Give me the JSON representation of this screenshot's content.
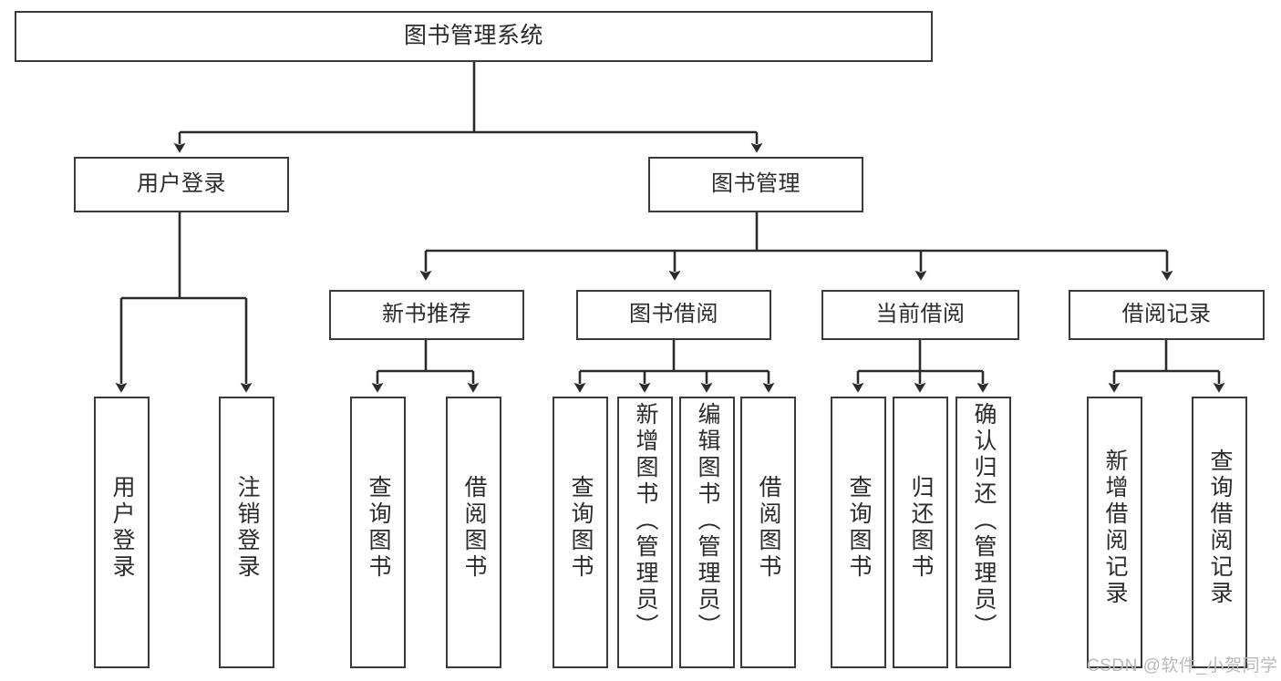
{
  "diagram": {
    "type": "tree",
    "title": "图书管理系统",
    "colors": {
      "box_border": "#3a3a3a",
      "box_fill": "#ffffff",
      "connector": "#2b2b2b",
      "text": "#2b2b2b",
      "watermark": "#b9b9b9"
    },
    "levels": {
      "root": {
        "label": "图书管理系统"
      },
      "level2": [
        {
          "label": "用户登录"
        },
        {
          "label": "图书管理"
        }
      ],
      "level3": [
        {
          "label": "新书推荐"
        },
        {
          "label": "图书借阅"
        },
        {
          "label": "当前借阅"
        },
        {
          "label": "借阅记录"
        }
      ],
      "leaves": {
        "user_login": [
          {
            "label": "用户登录"
          },
          {
            "label": "注销登录"
          }
        ],
        "new_book": [
          {
            "label": "查询图书"
          },
          {
            "label": "借阅图书"
          }
        ],
        "book_borrow": [
          {
            "label": "查询图书"
          },
          {
            "label": "新增图书（管理员）"
          },
          {
            "label": "编辑图书（管理员）"
          },
          {
            "label": "借阅图书"
          }
        ],
        "current_borrow": [
          {
            "label": "查询图书"
          },
          {
            "label": "归还图书"
          },
          {
            "label": "确认归还（管理员）"
          }
        ],
        "borrow_record": [
          {
            "label": "新增借阅记录"
          },
          {
            "label": "查询借阅记录"
          }
        ]
      }
    }
  },
  "watermark": {
    "text": "CSDN @软件_小贺同学"
  }
}
